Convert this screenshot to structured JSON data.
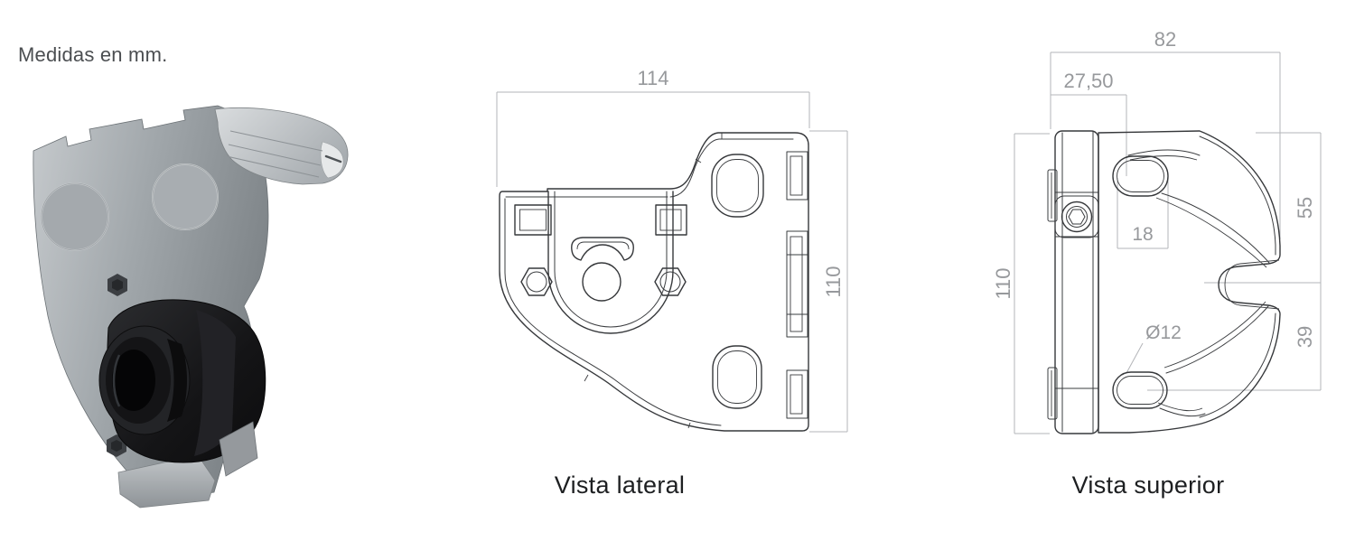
{
  "page": {
    "note": "Medidas en mm."
  },
  "photo": {
    "name": "soporte-3d-render"
  },
  "lateral": {
    "caption": "Vista lateral",
    "dims": {
      "width": "114",
      "height": "110"
    }
  },
  "superior": {
    "caption": "Vista superior",
    "dims": {
      "width": "82",
      "offset": "27,50",
      "slot_length": "18",
      "height": "110",
      "upper_section": "55",
      "lower_section": "39",
      "slot_diameter": "Ø12"
    }
  },
  "colors": {
    "background": "#ffffff",
    "drawing_line": "#36383b",
    "dimension_line": "#b3b5b8",
    "dimension_text": "#97999c",
    "caption_text": "#1d1f21",
    "note_text": "#4b4e51",
    "render_body_gray": "#9aa0a4",
    "render_rubber_black": "#17181a"
  }
}
